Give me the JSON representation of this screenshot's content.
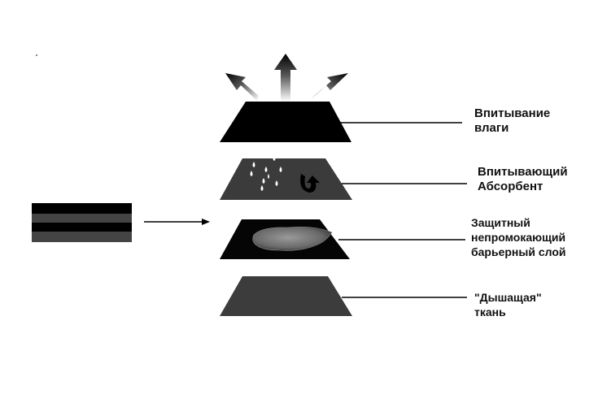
{
  "colors": {
    "background": "#ffffff",
    "layer_top": "#000000",
    "layer_absorbent": "#3b3b3b",
    "layer_barrier": "#050505",
    "layer_fabric": "#3c3c3c",
    "connector_lines": "#000000",
    "stack_dark": "#000000",
    "stack_gray": "#444444"
  },
  "icons": {
    "evaporation": "up-arrows-icon",
    "droplets": "droplet-icon",
    "absorb": "curved-arrow-icon",
    "barrier_film": "membrane-blob-icon",
    "pointer": "right-arrow-icon"
  },
  "layers": [
    {
      "label_line1": "Впитывание",
      "label_line2": "влаги",
      "label_line3": ""
    },
    {
      "label_line1": "Впитывающий",
      "label_line2": "Абсорбент",
      "label_line3": ""
    },
    {
      "label_line1": "Защитный",
      "label_line2": "непромокающий",
      "label_line3": "барьерный слой"
    },
    {
      "label_line1": "\"Дышащая\"",
      "label_line2": "ткань",
      "label_line3": ""
    }
  ],
  "stray_mark": "."
}
